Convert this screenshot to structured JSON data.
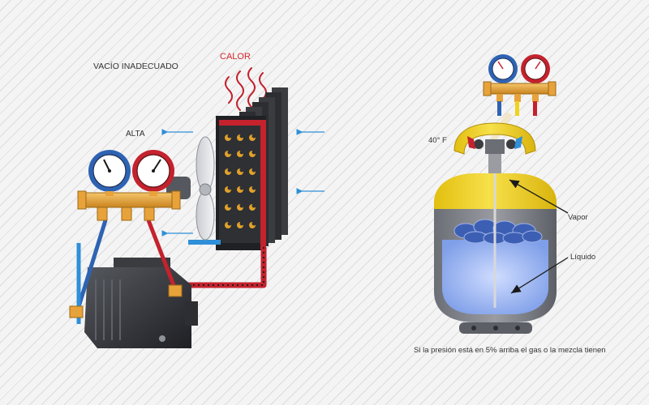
{
  "labels": {
    "vacio": "VACÍO INADECUADO",
    "calor": "CALOR",
    "alta": "ALTA",
    "temp": "40° F",
    "vapor": "Vapor",
    "liquido": "Líquido",
    "caption": "Si la presión está en 5% arriba el gas o la mezcla tienen"
  },
  "colors": {
    "heat": "#d7262b",
    "airflow": "#2f8fd8",
    "low_side": "#2e63b3",
    "high_side": "#c4222d",
    "cylinder_top": "#f2d21c",
    "cylinder_bottom": "#7c7f86",
    "manifold": "#e8a23a"
  }
}
